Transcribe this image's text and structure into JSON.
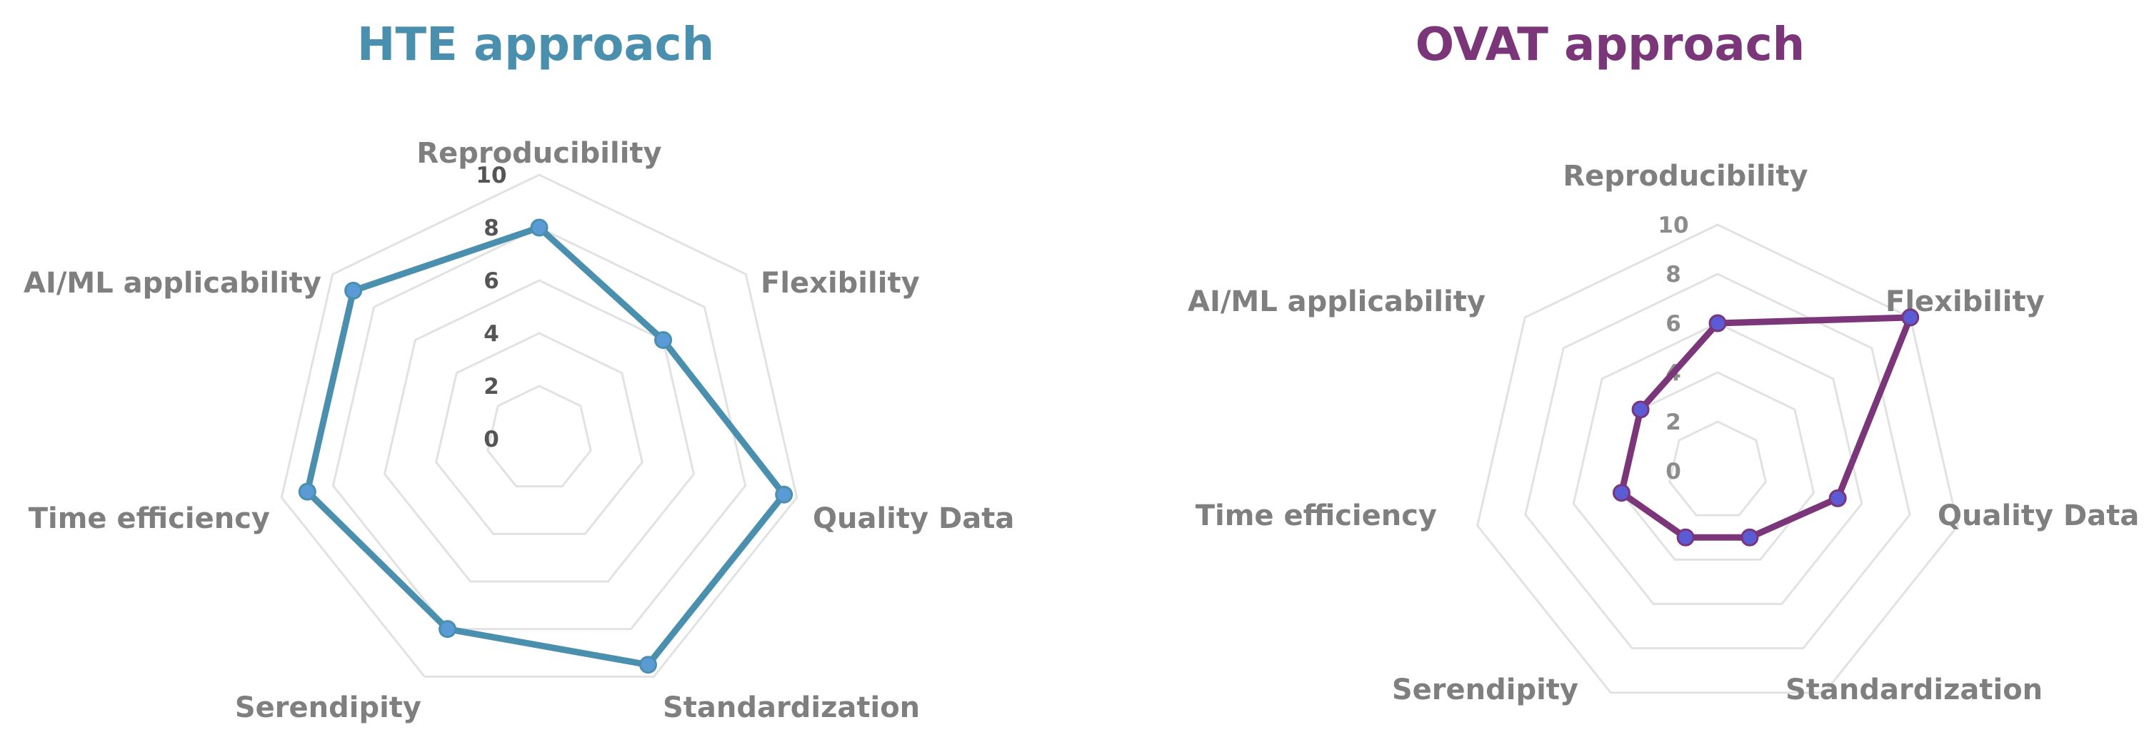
{
  "chart_data": [
    {
      "type": "radar",
      "title": "HTE approach",
      "title_color": "#4a8fad",
      "axes": [
        "Reproducibility",
        "Flexibility",
        "Quality Data",
        "Standardization",
        "Serendipity",
        "Time efficiency",
        "AI/ML applicability"
      ],
      "ticks": [
        "0",
        "2",
        "4",
        "6",
        "8",
        "10"
      ],
      "tick_color": "#555555",
      "rmax": 10,
      "grid": true,
      "series": [
        {
          "values": [
            8,
            6,
            9.5,
            9.5,
            8,
            9,
            9
          ],
          "line_color": "#4a8fad",
          "marker_color": "#5b9bd5"
        }
      ]
    },
    {
      "type": "radar",
      "title": "OVAT approach",
      "title_color": "#7b3579",
      "axes": [
        "Reproducibility",
        "Flexibility",
        "Quality Data",
        "Standardization",
        "Serendipity",
        "Time efficiency",
        "AI/ML applicability"
      ],
      "ticks": [
        "0",
        "2",
        "4",
        "6",
        "8",
        "10"
      ],
      "tick_color": "#8c8c8c",
      "rmax": 10,
      "grid": true,
      "series": [
        {
          "values": [
            6,
            10,
            5,
            3,
            3,
            4,
            4
          ],
          "line_color": "#7b3579",
          "marker_color": "#5b5bd5"
        }
      ]
    }
  ]
}
